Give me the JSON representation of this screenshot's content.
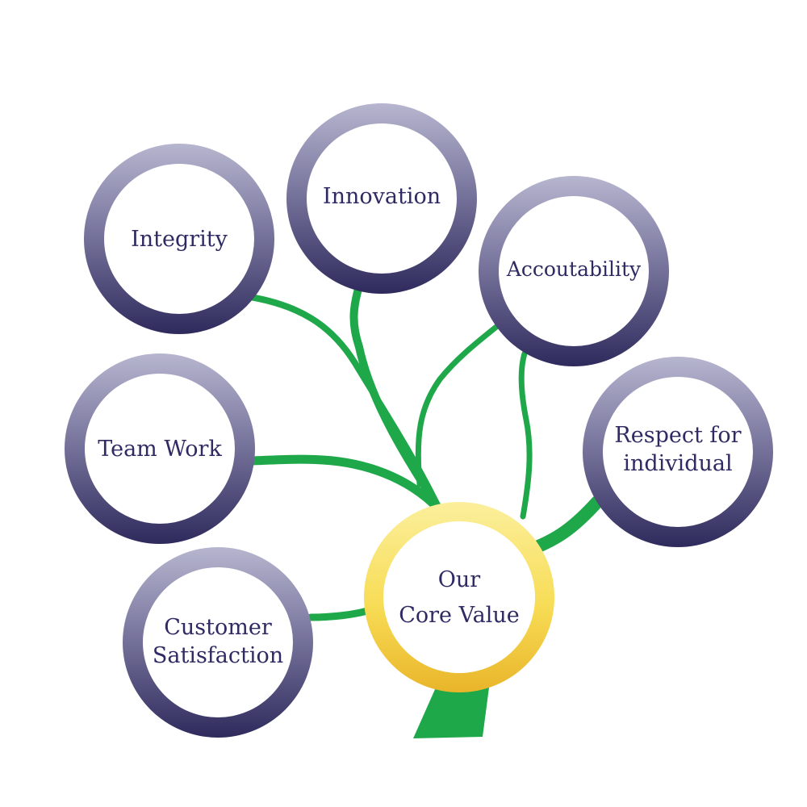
{
  "diagram": {
    "center": {
      "lines": [
        "Our",
        "Core Value"
      ]
    },
    "values": [
      {
        "id": "integrity",
        "lines": [
          "Integrity"
        ]
      },
      {
        "id": "innovation",
        "lines": [
          "Innovation"
        ]
      },
      {
        "id": "accountability",
        "lines": [
          "Accoutability"
        ]
      },
      {
        "id": "team-work",
        "lines": [
          "Team Work"
        ]
      },
      {
        "id": "respect",
        "lines": [
          "Respect for",
          "individual"
        ]
      },
      {
        "id": "customer-satisfaction",
        "lines": [
          "Customer",
          "Satisfaction"
        ]
      }
    ],
    "colors": {
      "branch": "#1fa84a",
      "ring_top": "#b7b6cf",
      "ring_bottom": "#2e2a5c",
      "core_ring_top": "#fbef9c",
      "core_ring_bottom": "#e9b52a",
      "text": "#2f2a63"
    }
  }
}
